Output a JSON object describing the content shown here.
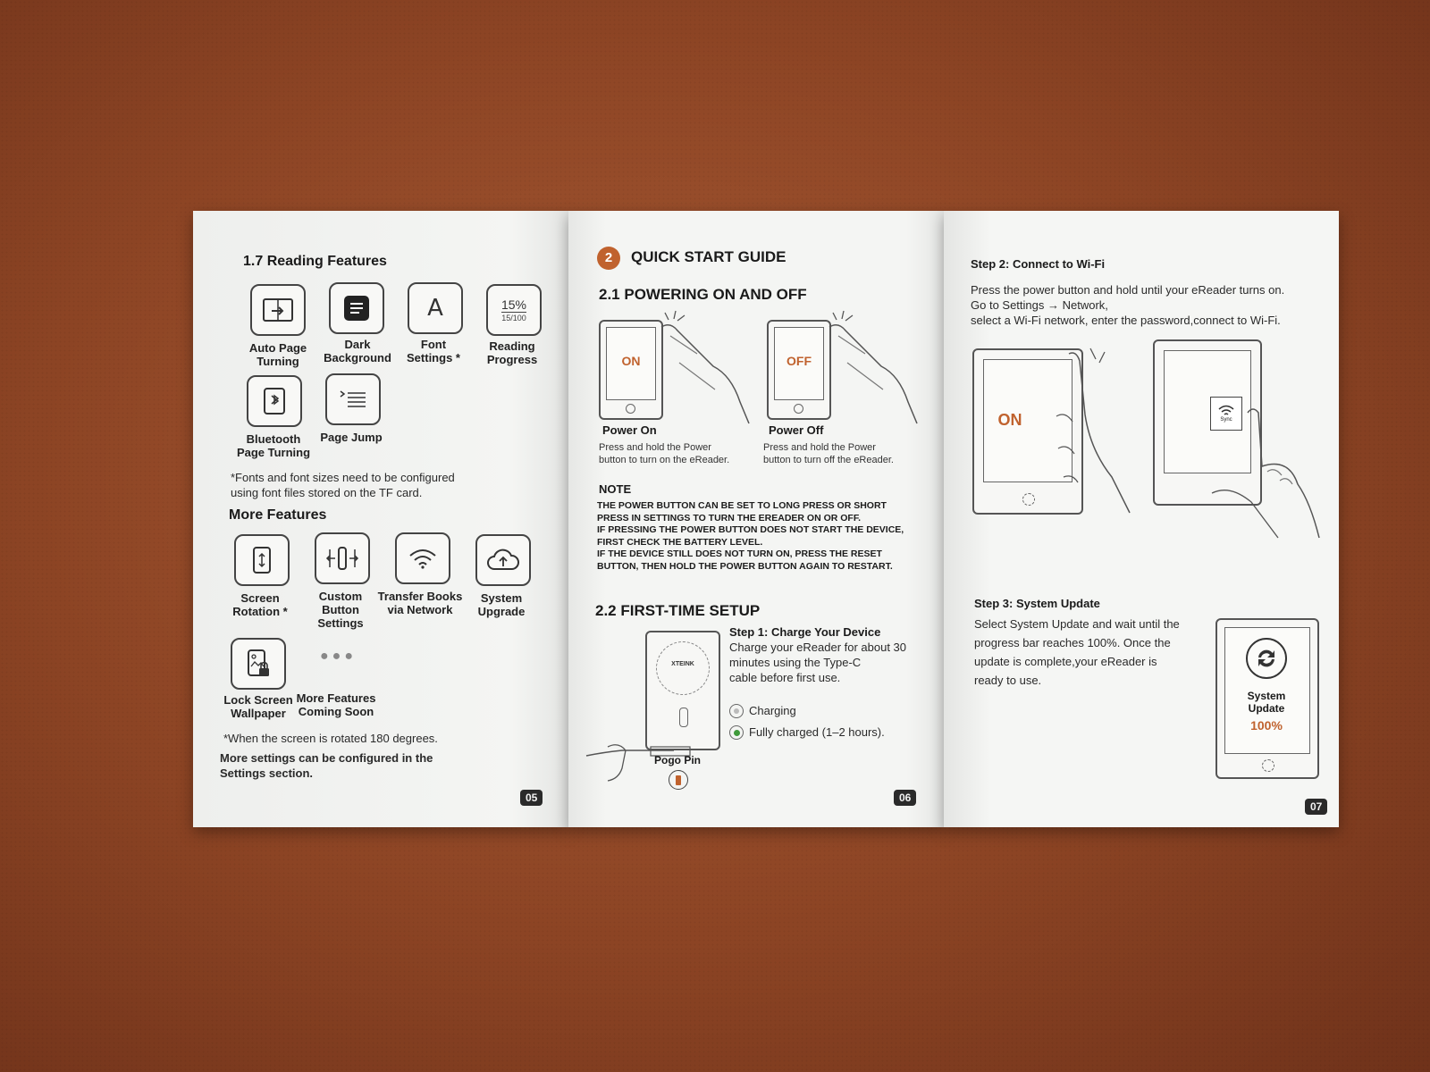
{
  "page5": {
    "section_title": "1.7 Reading Features",
    "reading_features": [
      {
        "label": "Auto Page\nTurning",
        "icon": "auto-page-icon"
      },
      {
        "label": "Dark\nBackground",
        "icon": "dark-background-icon"
      },
      {
        "label": "Font\nSettings *",
        "icon": "font-icon"
      },
      {
        "label": "Reading\nProgress",
        "icon": "progress-icon"
      },
      {
        "label": "Bluetooth\nPage Turning",
        "icon": "bluetooth-icon"
      },
      {
        "label": "Page Jump",
        "icon": "page-jump-icon"
      }
    ],
    "progress_icon_percent": "15%",
    "progress_icon_pages": "15/100",
    "font_icon_letter": "A",
    "font_note": "*Fonts and font sizes need to be configured\nusing font files stored on the TF card.",
    "more_title": "More Features",
    "more_features": [
      {
        "label": "Screen\nRotation *",
        "icon": "rotation-icon"
      },
      {
        "label": "Custom\nButton\nSettings",
        "icon": "custom-button-icon"
      },
      {
        "label": "Transfer Books\nvia Network",
        "icon": "wifi-icon"
      },
      {
        "label": "System\nUpgrade",
        "icon": "cloud-upload-icon"
      },
      {
        "label": "Lock Screen\nWallpaper",
        "icon": "lock-wallpaper-icon"
      },
      {
        "label": "More Features\nComing Soon",
        "icon": "more-dots-icon"
      }
    ],
    "rotation_note": "*When the screen is rotated 180 degrees.",
    "settings_note": "More settings can be configured in the\nSettings section.",
    "page_number": "05"
  },
  "page6": {
    "chapter_number": "2",
    "chapter_title": "QUICK START GUIDE",
    "section_21": "2.1 POWERING ON AND OFF",
    "on_screen": "ON",
    "off_screen": "OFF",
    "power_on_title": "Power On",
    "power_on_desc": "Press and hold the Power\nbutton to turn on the eReader.",
    "power_off_title": "Power Off",
    "power_off_desc": "Press and hold the Power\nbutton to turn off the eReader.",
    "note_title": "NOTE",
    "note_body": "THE POWER BUTTON CAN BE SET TO LONG PRESS OR SHORT\nPRESS IN SETTINGS TO TURN THE EREADER ON OR OFF.\nIF PRESSING THE POWER BUTTON DOES NOT START THE DEVICE,\nFIRST CHECK THE BATTERY LEVEL.\nIF THE DEVICE STILL DOES NOT TURN ON, PRESS THE RESET\nBUTTON, THEN HOLD THE POWER BUTTON AGAIN TO RESTART.",
    "section_22": "2.2 FIRST-TIME SETUP",
    "step1_title": "Step 1: Charge Your Device",
    "step1_body": "Charge your eReader for about 30\nminutes using the Type-C\ncable before first use.",
    "brand": "XTEINK",
    "charging_label": "Charging",
    "charged_label": "Fully charged (1–2 hours).",
    "pogo_label": "Pogo Pin",
    "page_number": "06"
  },
  "page7": {
    "step2_title": "Step 2: Connect to Wi-Fi",
    "step2_body": "Press the power button and hold until your eReader turns on.\nGo to Settings → Network,\nselect a Wi-Fi network, enter the password,connect to Wi-Fi.",
    "on_screen": "ON",
    "sync_label": "Sync",
    "step3_title": "Step 3: System Update",
    "step3_body": "Select System Update and wait until the\nprogress bar reaches 100%. Once the\nupdate is complete,your eReader is\nready to use.",
    "update_label": "System\nUpdate",
    "update_percent": "100%",
    "page_number": "07"
  },
  "colors": {
    "accent": "#c0622e",
    "paper": "#f2f3f1",
    "background": "#8c4424"
  }
}
